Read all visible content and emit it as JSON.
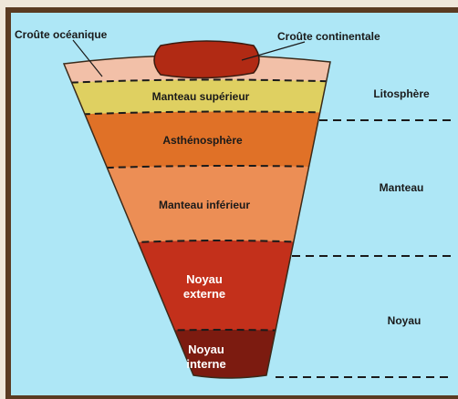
{
  "diagram": {
    "labels": {
      "oceanic_crust": "Croûte océanique",
      "continental_crust": "Croûte continentale",
      "upper_mantle": "Manteau supérieur",
      "asthenosphere": "Asthénosphère",
      "lower_mantle": "Manteau inférieur",
      "outer_core_line1": "Noyau",
      "outer_core_line2": "externe",
      "inner_core_line1": "Noyau",
      "inner_core_line2": "interne"
    },
    "zones": {
      "lithosphere": "Litosphère",
      "mantle": "Manteau",
      "core": "Noyau"
    },
    "colors": {
      "background": "#aee7f6",
      "oceanic_crust": "#f2c0a8",
      "continental_crust": "#b12a14",
      "upper_mantle": "#dfd061",
      "asthenosphere": "#e07127",
      "lower_mantle": "#ec8e55",
      "outer_core": "#c3301b",
      "inner_core": "#7c1b10",
      "frame": "#5a3b22"
    }
  }
}
